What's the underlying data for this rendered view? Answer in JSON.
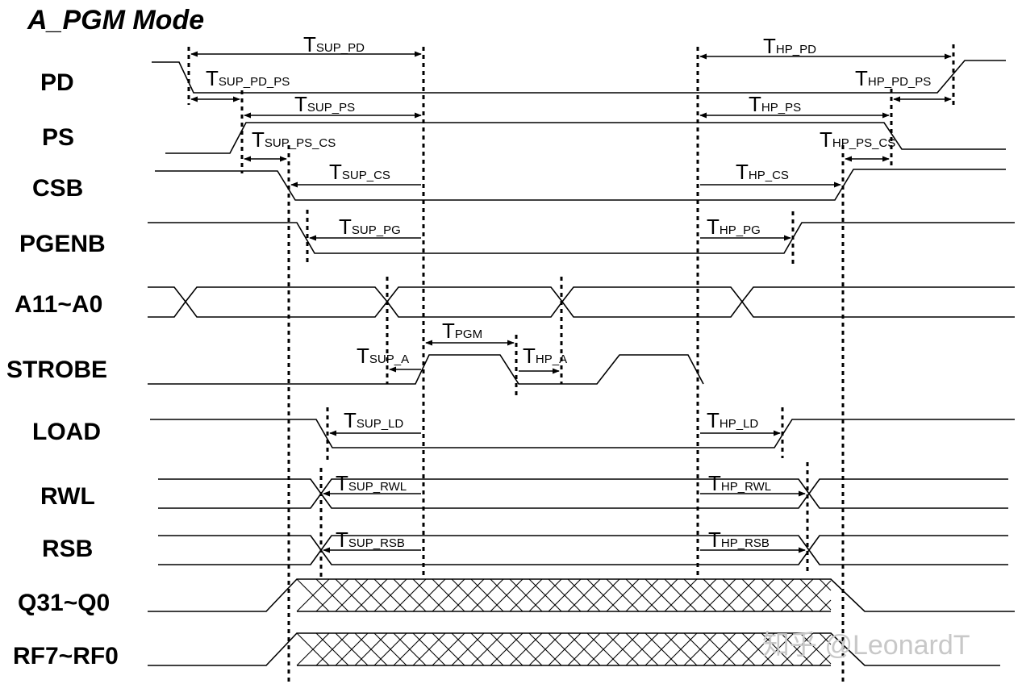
{
  "title": "A_PGM Mode",
  "signals": [
    "PD",
    "PS",
    "CSB",
    "PGENB",
    "A11~A0",
    "STROBE",
    "LOAD",
    "RWL",
    "RSB",
    "Q31~Q0",
    "RF7~RF0"
  ],
  "timing_labels": {
    "sup_pd": {
      "main": "T",
      "sub": "SUP_PD"
    },
    "hp_pd": {
      "main": "T",
      "sub": "HP_PD"
    },
    "sup_pd_ps": {
      "main": "T",
      "sub": "SUP_PD_PS"
    },
    "hp_pd_ps": {
      "main": "T",
      "sub": "HP_PD_PS"
    },
    "sup_ps": {
      "main": "T",
      "sub": "SUP_PS"
    },
    "hp_ps": {
      "main": "T",
      "sub": "HP_PS"
    },
    "sup_ps_cs": {
      "main": "T",
      "sub": "SUP_PS_CS"
    },
    "hp_ps_cs": {
      "main": "T",
      "sub": "HP_PS_CS"
    },
    "sup_cs": {
      "main": "T",
      "sub": "SUP_CS"
    },
    "hp_cs": {
      "main": "T",
      "sub": "HP_CS"
    },
    "sup_pg": {
      "main": "T",
      "sub": "SUP_PG"
    },
    "hp_pg": {
      "main": "T",
      "sub": "HP_PG"
    },
    "pgm": {
      "main": "T",
      "sub": "PGM"
    },
    "sup_a": {
      "main": "T",
      "sub": "SUP_A"
    },
    "hp_a": {
      "main": "T",
      "sub": "HP_A"
    },
    "sup_ld": {
      "main": "T",
      "sub": "SUP_LD"
    },
    "hp_ld": {
      "main": "T",
      "sub": "HP_LD"
    },
    "sup_rwl": {
      "main": "T",
      "sub": "SUP_RWL"
    },
    "hp_rwl": {
      "main": "T",
      "sub": "HP_RWL"
    },
    "sup_rsb": {
      "main": "T",
      "sub": "SUP_RSB"
    },
    "hp_rsb": {
      "main": "T",
      "sub": "HP_RSB"
    }
  },
  "watermark": "知乎 @LeonardT"
}
